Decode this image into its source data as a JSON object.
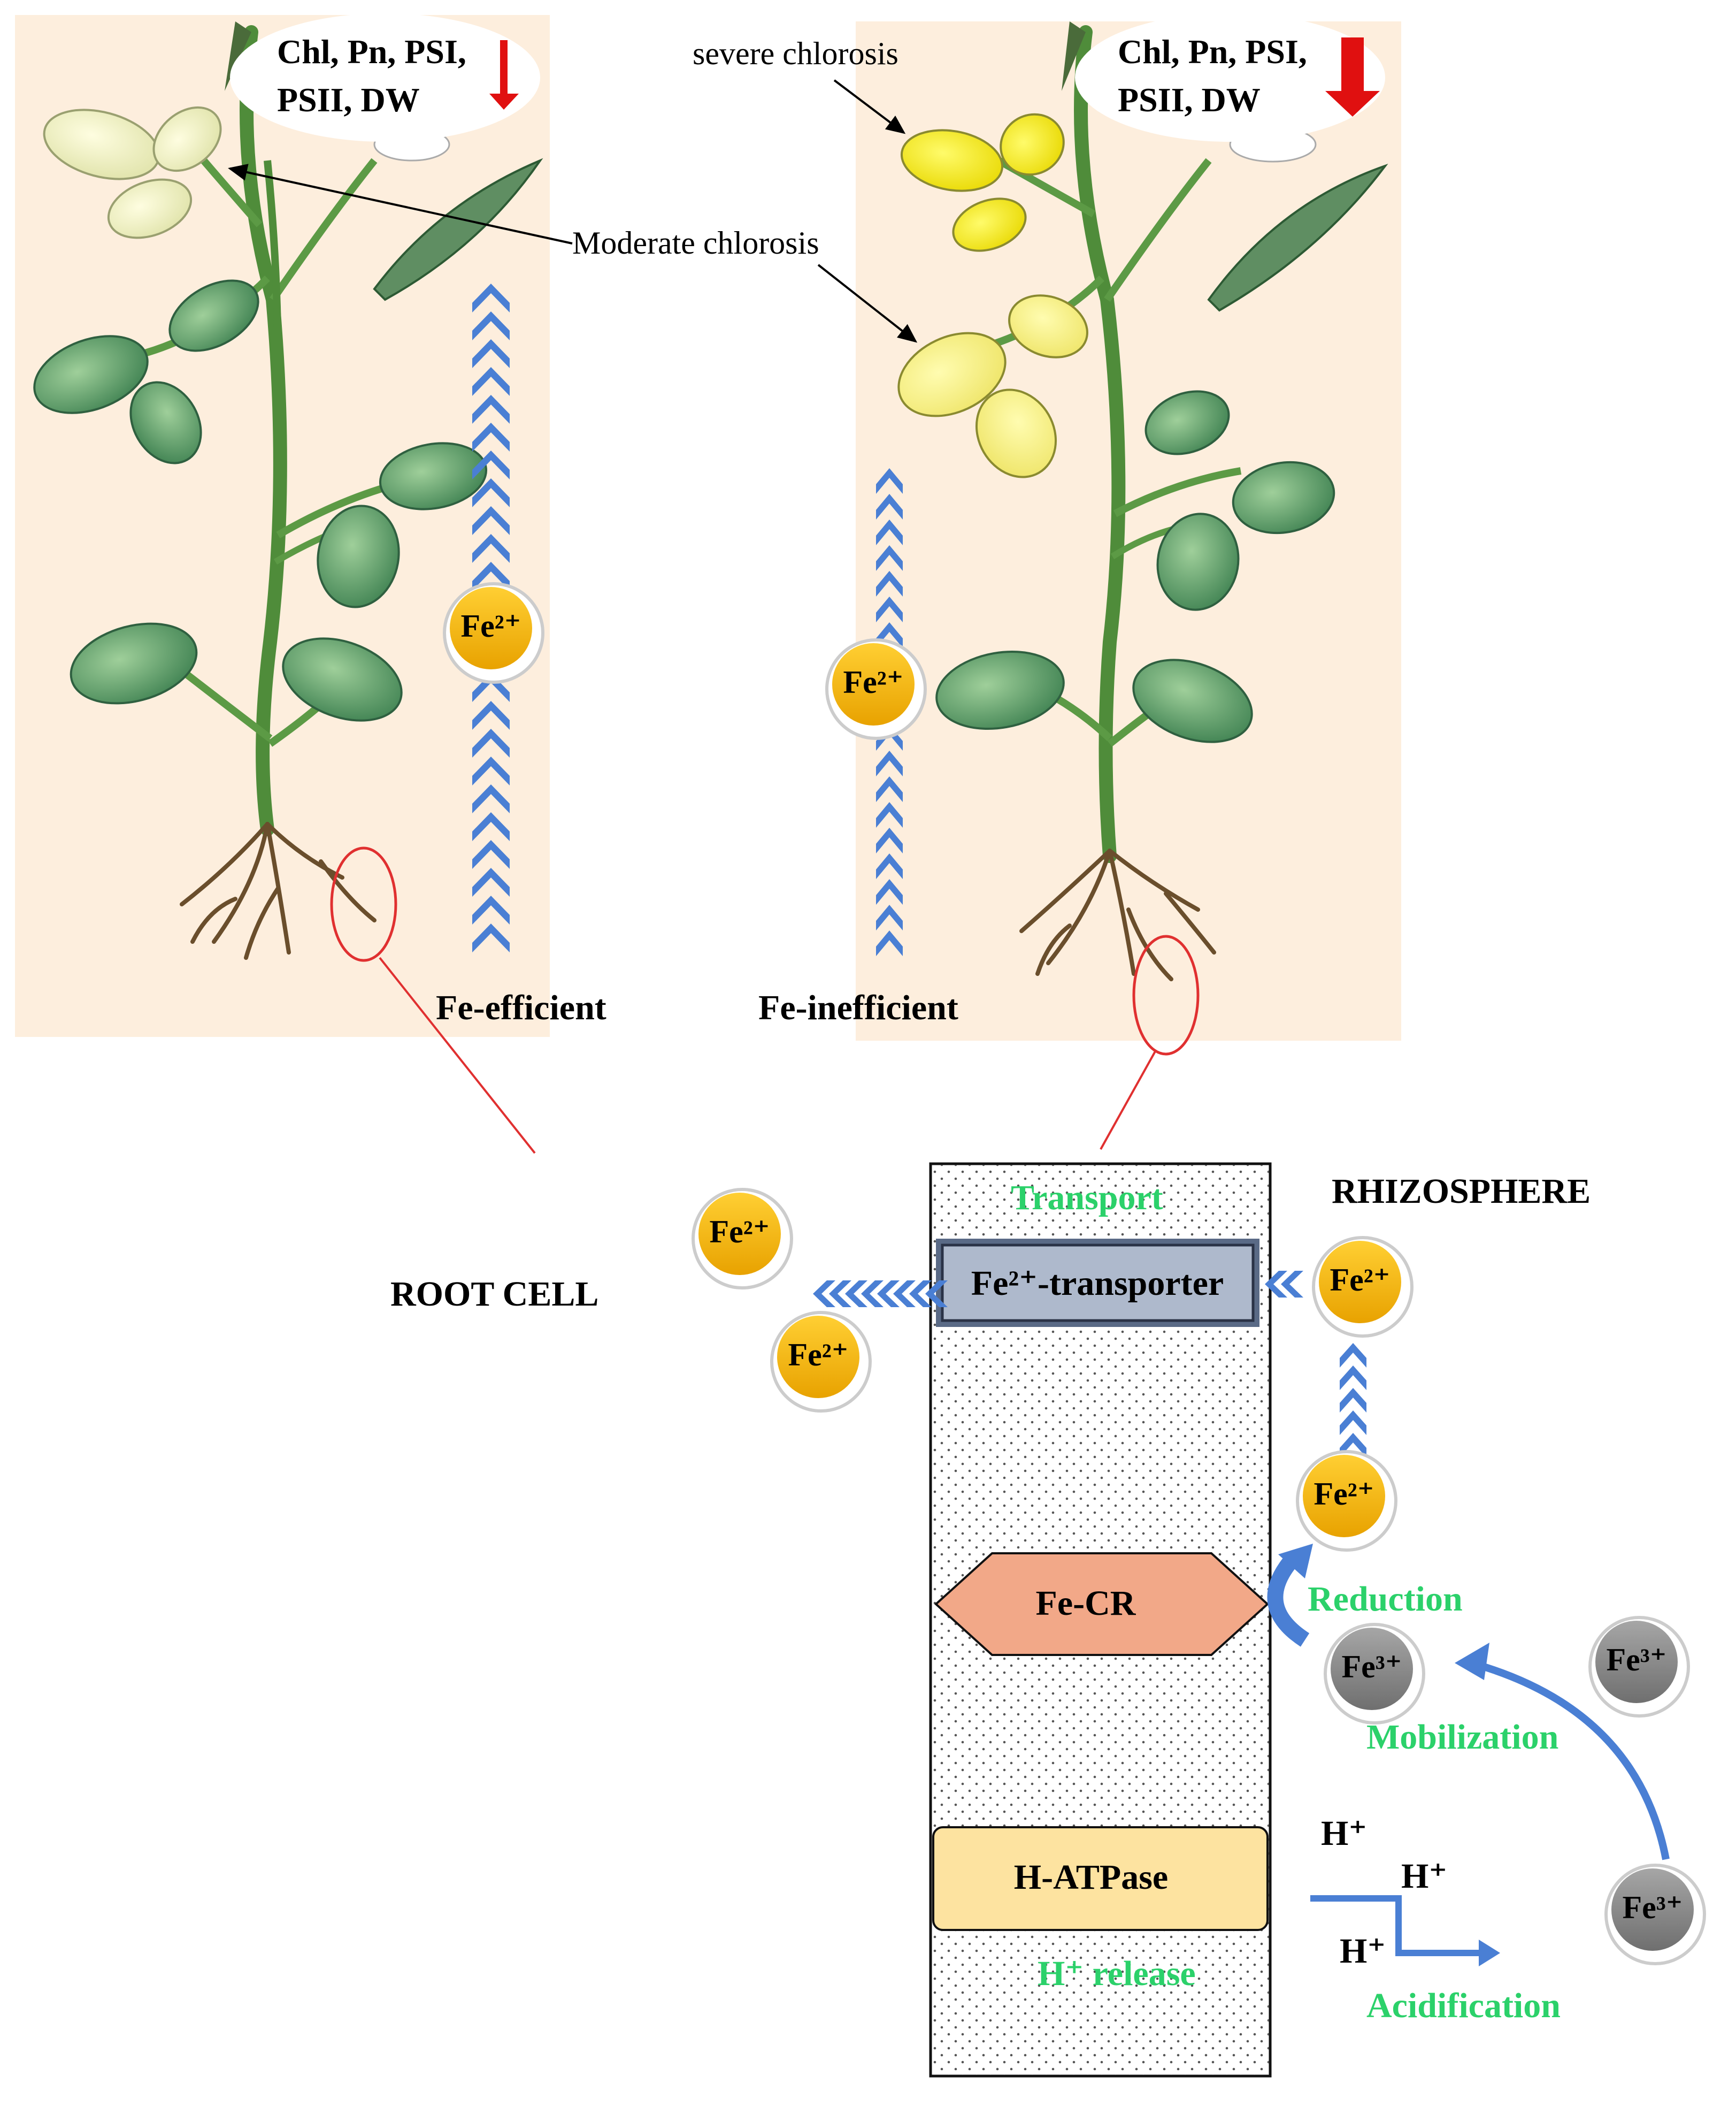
{
  "left_panel": {
    "info_line1": "Chl, Pn, PSI,",
    "info_line2": "PSII, DW",
    "ion": "Fe²⁺",
    "caption": "Fe-efficient",
    "chlorosis_label": "Moderate chlorosis"
  },
  "right_panel": {
    "info_line1": "Chl, Pn, PSI,",
    "info_line2": "PSII, DW",
    "ion": "Fe²⁺",
    "caption": "Fe-inefficient",
    "severe_label": "severe chlorosis"
  },
  "cell": {
    "root_cell_label": "ROOT CELL",
    "rhizosphere_label": "RHIZOSPHERE",
    "transport_label": "Transport",
    "transporter_label": "Fe²⁺-transporter",
    "fecr_label": "Fe-CR",
    "atpase_label": "H-ATPase",
    "h_release_label": "H⁺ release",
    "reduction_label": "Reduction",
    "mobilization_label": "Mobilization",
    "acidification_label": "Acidification",
    "fe2_ion": "Fe²⁺",
    "fe3_ion": "Fe³⁺",
    "h_ion": "H⁺"
  },
  "colors": {
    "panel_bg": "#fdeedd",
    "arrow_blue": "#4a7fd4",
    "ion_fe2": "#f5b400",
    "ion_fe3": "#8f8f8f",
    "process_green": "#2bd16a",
    "decrease_red": "#e01010",
    "transporter": "#aeb9cc",
    "fecr": "#f2a888",
    "atpase": "#fde3a0"
  }
}
